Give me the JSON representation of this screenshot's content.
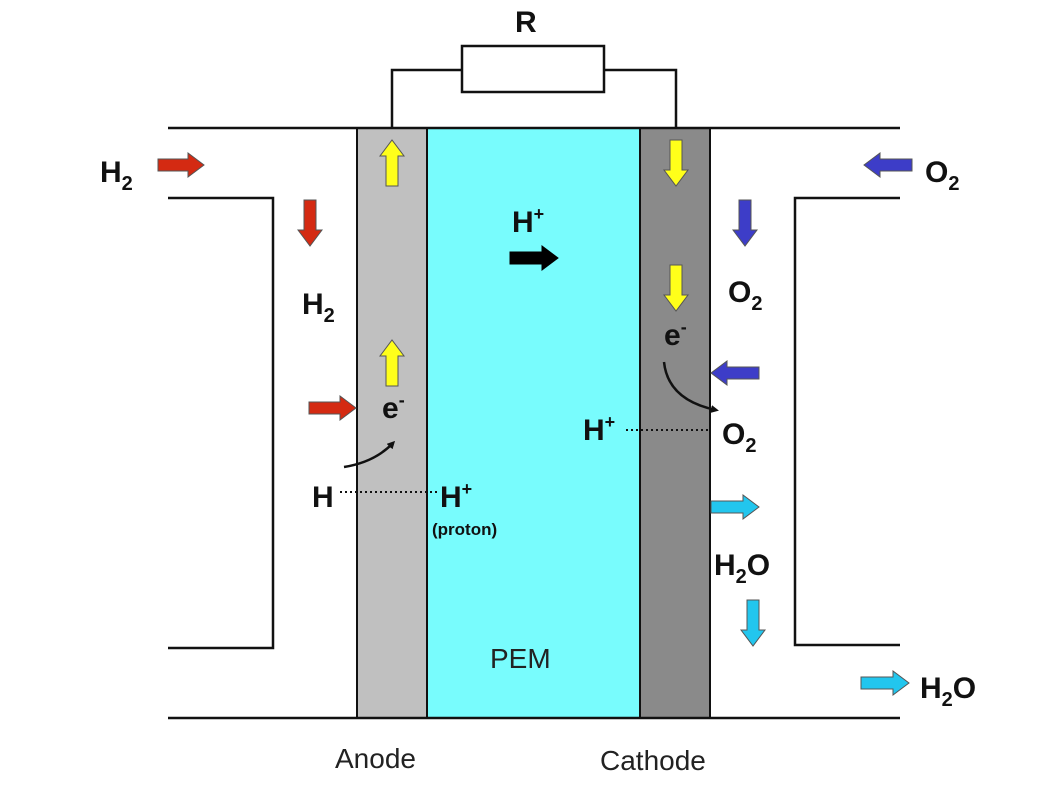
{
  "resistor": {
    "label": "R"
  },
  "layers": {
    "anode": "Anode",
    "pem": "PEM",
    "cathode": "Cathode"
  },
  "labels": {
    "h2_inlet": {
      "main": "H",
      "sub": "2"
    },
    "h2_channel": {
      "main": "H",
      "sub": "2"
    },
    "anode_electron": {
      "main": "e",
      "sup": "-"
    },
    "hydrogen_atom": "H",
    "anode_proton": {
      "main": "H",
      "sup": "+"
    },
    "proton_note": "(proton)",
    "pem_proton": {
      "main": "H",
      "sup": "+"
    },
    "cathode_electron": {
      "main": "e",
      "sup": "-"
    },
    "cathode_proton": {
      "main": "H",
      "sup": "+"
    },
    "o2_inlet": {
      "main": "O",
      "sub": "2"
    },
    "o2_channel": {
      "main": "O",
      "sub": "2"
    },
    "o2_reaction": {
      "main": "O",
      "sub": "2"
    },
    "h2o_channel": {
      "main": "H",
      "sub": "2",
      "tail": "O"
    },
    "h2o_outlet": {
      "main": "H",
      "sub": "2",
      "tail": "O"
    }
  },
  "colors": {
    "anode": "#c0c0c0",
    "pem": "#78fcfd",
    "cathode": "#8a8a8a",
    "hydrogen_arrow": "#d42a12",
    "electron_arrow": "#ffff1a",
    "oxygen_arrow": "#3d3dc8",
    "water_arrow": "#22c6ee",
    "proton_arrow": "#000000"
  }
}
